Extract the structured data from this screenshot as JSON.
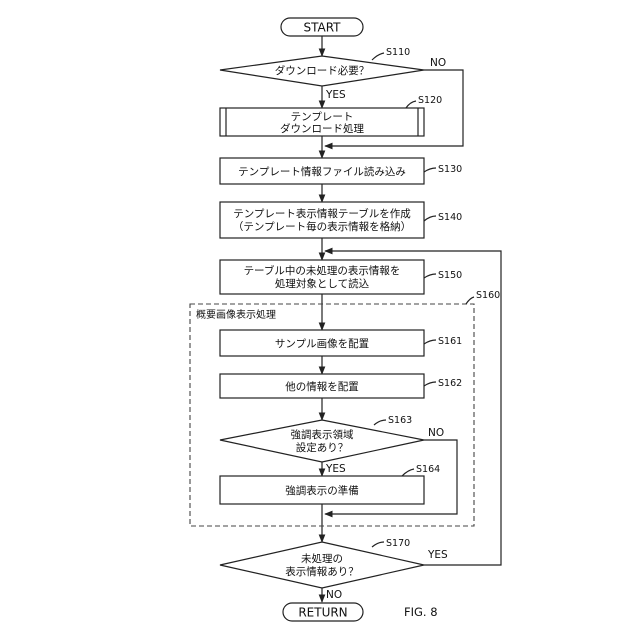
{
  "flowchart": {
    "start": "START",
    "end": "RETURN",
    "figure_label": "FIG. 8",
    "group": {
      "step": "S160",
      "title": "概要画像表示処理"
    },
    "steps": {
      "s110": {
        "step": "S110",
        "line1": "ダウンロード必要？",
        "yes": "YES",
        "no": "NO"
      },
      "s120": {
        "step": "S120",
        "line1": "テンプレート",
        "line2": "ダウンロード処理"
      },
      "s130": {
        "step": "S130",
        "line1": "テンプレート情報ファイル読み込み"
      },
      "s140": {
        "step": "S140",
        "line1": "テンプレート表示情報テーブルを作成",
        "line2": "（テンプレート毎の表示情報を格納）"
      },
      "s150": {
        "step": "S150",
        "line1": "テーブル中の未処理の表示情報を",
        "line2": "処理対象として読込"
      },
      "s161": {
        "step": "S161",
        "line1": "サンプル画像を配置"
      },
      "s162": {
        "step": "S162",
        "line1": "他の情報を配置"
      },
      "s163": {
        "step": "S163",
        "line1": "強調表示領域",
        "line2": "設定あり？",
        "yes": "YES",
        "no": "NO"
      },
      "s164": {
        "step": "S164",
        "line1": "強調表示の準備"
      },
      "s170": {
        "step": "S170",
        "line1": "未処理の",
        "line2": "表示情報あり？",
        "yes": "YES",
        "no": "NO"
      }
    }
  }
}
